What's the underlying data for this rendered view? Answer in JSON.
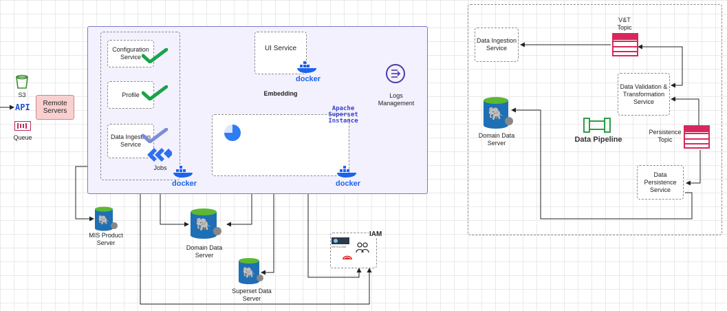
{
  "left": {
    "s3": "S3",
    "api": "API",
    "queue": "Queue",
    "remote_servers": "Remote Servers"
  },
  "cluster": {
    "configuration_service": "Configuration Service",
    "profile": "Profile",
    "data_ingestion_service": "Data Ingestion Service",
    "jobs": "Jobs",
    "docker": "docker",
    "ui_service": "UI Service",
    "embedding": "Embedding",
    "superset_instance": "Apache Superset Instance",
    "logs_management": "Logs Management"
  },
  "databases": {
    "mis_product": "MIS Product Server",
    "domain_data": "Domain Data Server",
    "superset_data": "Superset Data Server"
  },
  "iam": {
    "label": "IAM",
    "keycloak": "KEYCLOAK"
  },
  "pipeline": {
    "data_ingestion_service": "Data Ingestion Service",
    "vt_topic": "V&T Topic",
    "data_validation": "Data Validation & Transformation Service",
    "domain_data_server": "Domain Data Server",
    "title": "Data Pipeline",
    "persistence_topic": "Persistence Topic",
    "data_persistence": "Data Persistence Service"
  },
  "colors": {
    "cluster_bg": "#f2f1fd",
    "cluster_border": "#7a78c8",
    "db_blue": "#1f6fb4",
    "db_green": "#5cb832",
    "check_green": "#1aa34a",
    "topic_pink": "#d6285c",
    "pipeline_green": "#2e9d46",
    "docker_blue": "#1d63ed",
    "superset_blue": "#3a3fd0",
    "remote_bg": "#f9d0d0"
  }
}
